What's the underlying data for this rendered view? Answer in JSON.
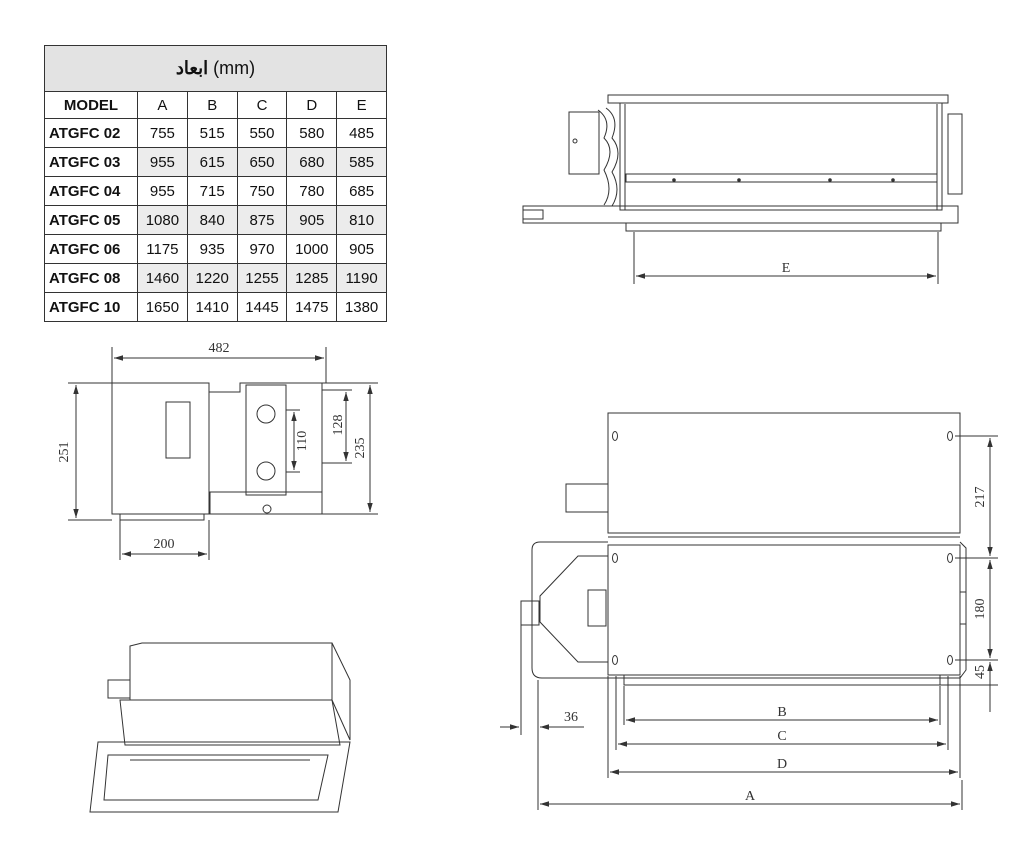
{
  "table": {
    "title_bold": "ابعاد",
    "title_unit": "(mm)",
    "headers": [
      "MODEL",
      "A",
      "B",
      "C",
      "D",
      "E"
    ],
    "rows": [
      {
        "model": "ATGFC 02",
        "values": [
          "755",
          "515",
          "550",
          "580",
          "485"
        ]
      },
      {
        "model": "ATGFC 03",
        "values": [
          "955",
          "615",
          "650",
          "680",
          "585"
        ]
      },
      {
        "model": "ATGFC 04",
        "values": [
          "955",
          "715",
          "750",
          "780",
          "685"
        ]
      },
      {
        "model": "ATGFC 05",
        "values": [
          "1080",
          "840",
          "875",
          "905",
          "810"
        ]
      },
      {
        "model": "ATGFC 06",
        "values": [
          "1175",
          "935",
          "970",
          "1000",
          "905"
        ]
      },
      {
        "model": "ATGFC 08",
        "values": [
          "1460",
          "1220",
          "1255",
          "1285",
          "1190"
        ]
      },
      {
        "model": "ATGFC 10",
        "values": [
          "1650",
          "1410",
          "1445",
          "1475",
          "1380"
        ]
      }
    ]
  },
  "side_view": {
    "dim_width": "482",
    "dim_height": "251",
    "dim_bottom": "200",
    "dim_inner_1": "110",
    "dim_inner_2": "128",
    "dim_inner_3": "235"
  },
  "front_view": {
    "dim_label": "E"
  },
  "top_view": {
    "dim_a": "A",
    "dim_b": "B",
    "dim_c": "C",
    "dim_d": "D",
    "dim_217": "217",
    "dim_180": "180",
    "dim_45": "45",
    "dim_36": "36"
  }
}
